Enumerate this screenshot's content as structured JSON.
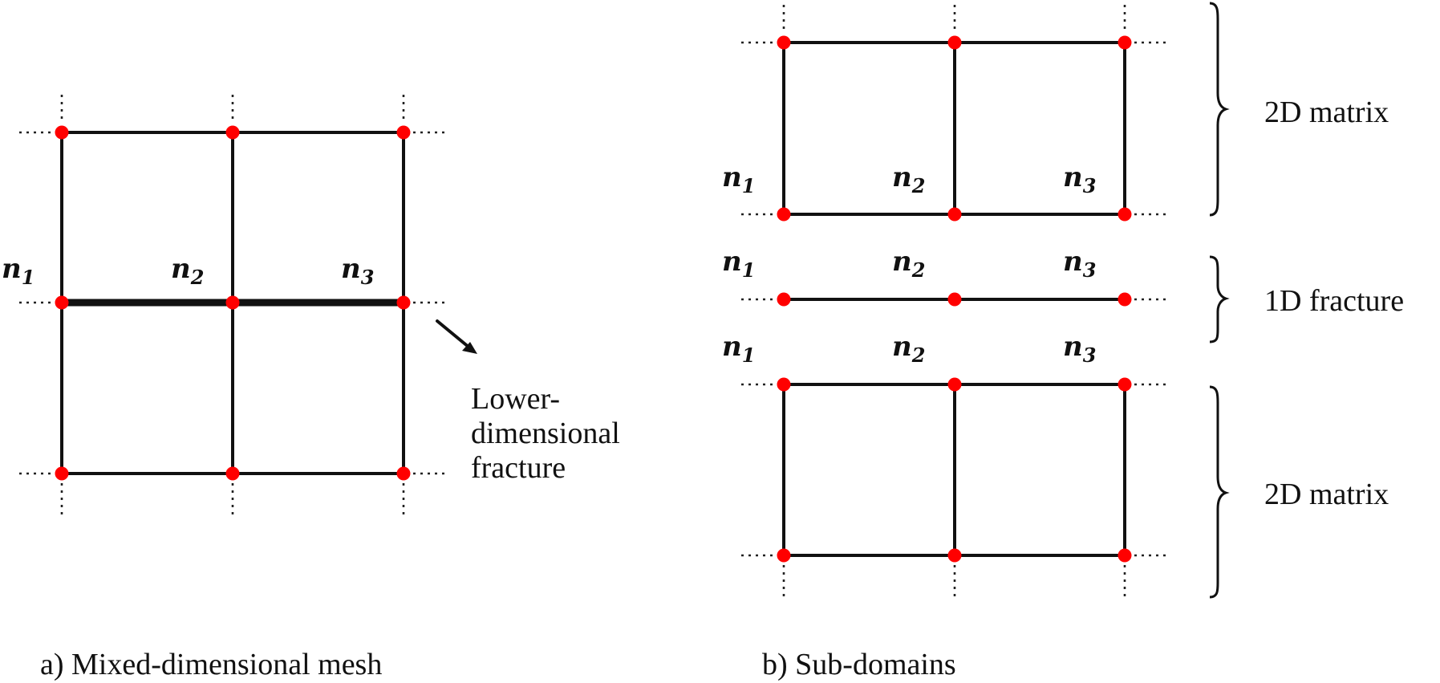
{
  "panel_a": {
    "caption": "a) Mixed-dimensional mesh",
    "node_labels": [
      {
        "base": "n",
        "sub": "1"
      },
      {
        "base": "n",
        "sub": "2"
      },
      {
        "base": "n",
        "sub": "3"
      }
    ],
    "annotation_lines": [
      "Lower-",
      "dimensional",
      "fracture"
    ],
    "node_color": "#ff0000"
  },
  "panel_b": {
    "caption": "b) Sub-domains",
    "node_labels": [
      {
        "base": "n",
        "sub": "1"
      },
      {
        "base": "n",
        "sub": "2"
      },
      {
        "base": "n",
        "sub": "3"
      }
    ],
    "brace_labels": {
      "top": "2D matrix",
      "middle": "1D fracture",
      "bottom": "2D matrix"
    }
  }
}
